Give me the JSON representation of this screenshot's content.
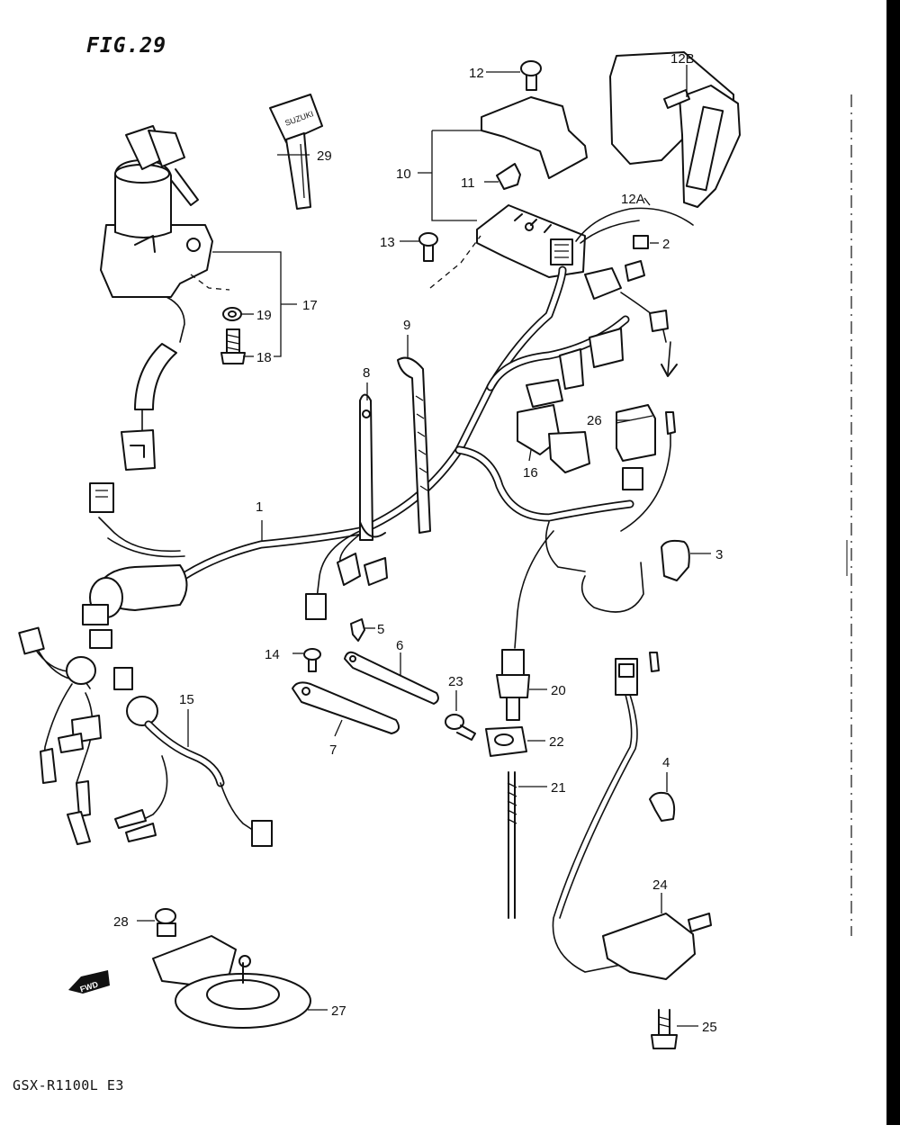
{
  "figure": {
    "title": "FIG.29"
  },
  "footer": {
    "model": "GSX-R1100L E3"
  },
  "fwd_badge": "FWD",
  "callouts": {
    "p1": "1",
    "p2": "2",
    "p3": "3",
    "p4": "4",
    "p5": "5",
    "p6": "6",
    "p7": "7",
    "p8": "8",
    "p9": "9",
    "p10": "10",
    "p11": "11",
    "p12": "12",
    "p12a": "12A",
    "p12b": "12B",
    "p13": "13",
    "p14": "14",
    "p15": "15",
    "p16": "16",
    "p17": "17",
    "p18": "18",
    "p19": "19",
    "p20": "20",
    "p21": "21",
    "p22": "22",
    "p23": "23",
    "p24": "24",
    "p25": "25",
    "p26": "26",
    "p27": "27",
    "p28": "28",
    "p29": "29"
  }
}
